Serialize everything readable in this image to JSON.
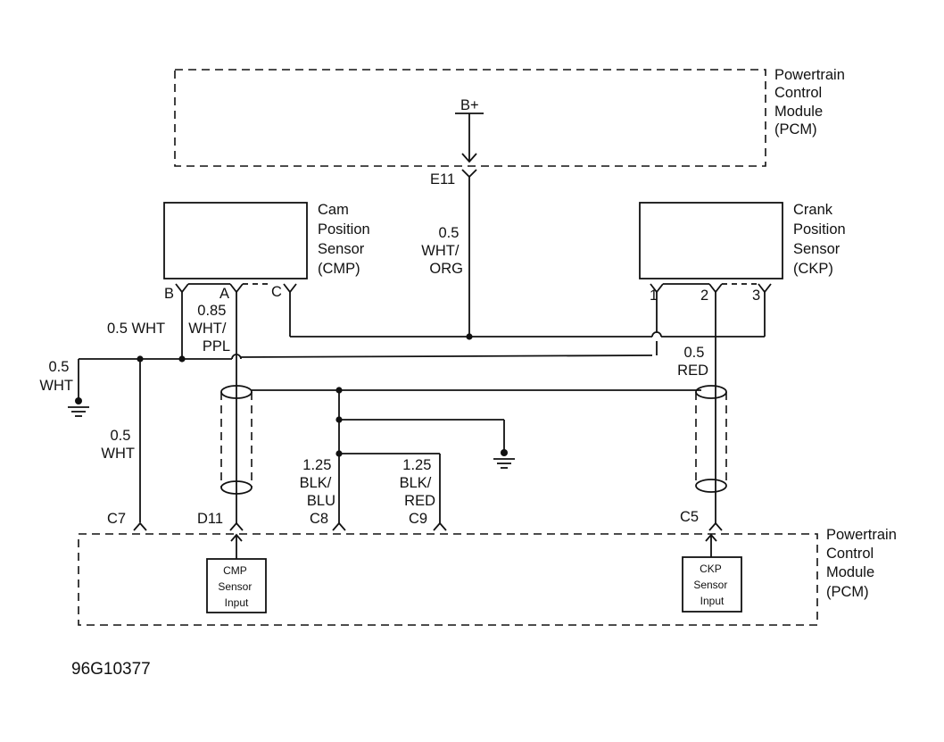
{
  "pcm_top": {
    "label": [
      "Powertrain",
      "Control",
      "Module",
      "(PCM)"
    ]
  },
  "pcm_bottom": {
    "label": [
      "Powertrain",
      "Control",
      "Module",
      "(PCM)"
    ]
  },
  "supply": {
    "label": "B+",
    "connector": "E11",
    "wire": [
      "0.5",
      "WHT/",
      "ORG"
    ]
  },
  "cmp_sensor": {
    "label": [
      "Cam",
      "Position",
      "Sensor",
      "(CMP)"
    ],
    "pins": [
      "B",
      "A",
      "C"
    ]
  },
  "ckp_sensor": {
    "label": [
      "Crank",
      "Position",
      "Sensor",
      "(CKP)"
    ],
    "pins": [
      "1",
      "2",
      "3"
    ]
  },
  "wires": {
    "cmp_a": [
      "0.85",
      "WHT/",
      "PPL"
    ],
    "cmp_b": "0.5 WHT",
    "ground_left": [
      "0.5",
      "WHT"
    ],
    "c7_wire": [
      "0.5",
      "WHT"
    ],
    "c8_wire": [
      "1.25",
      "BLK/",
      "BLU"
    ],
    "c9_wire": [
      "1.25",
      "BLK/",
      "RED"
    ],
    "ckp_2": [
      "0.5",
      "RED"
    ]
  },
  "connectors": {
    "c7": "C7",
    "d11": "D11",
    "c8": "C8",
    "c9": "C9",
    "c5": "C5"
  },
  "inputs": {
    "cmp": [
      "CMP",
      "Sensor",
      "Input"
    ],
    "ckp": [
      "CKP",
      "Sensor",
      "Input"
    ]
  },
  "figure_id": "96G10377"
}
